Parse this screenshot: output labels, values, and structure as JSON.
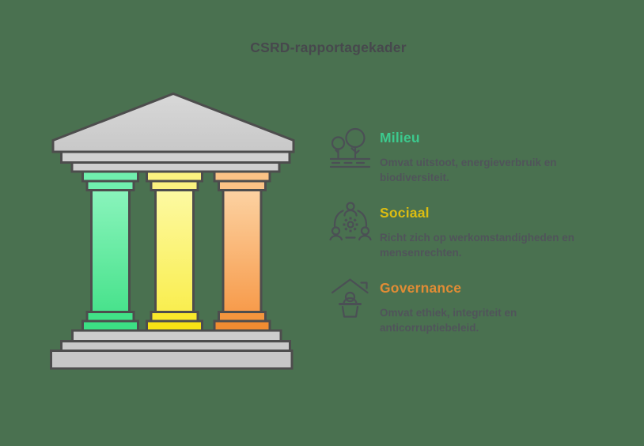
{
  "page": {
    "background_color": "#4a7150",
    "title": "CSRD-rapportagekader",
    "title_color": "#47484d"
  },
  "temple": {
    "name": "greek-temple-with-three-pillars",
    "stone_color": "#d0d0d0",
    "outline_color": "#4d4d4d",
    "pillar_colors": {
      "left_green_top": "#8af4bc",
      "left_green_bottom": "#3ce084",
      "middle_yellow_top": "#fdf9a2",
      "middle_yellow_bottom": "#f8e215",
      "right_orange_top": "#fcd2a2",
      "right_orange_bottom": "#f18c31"
    }
  },
  "icon_color": "#4b4f55",
  "sections": [
    {
      "icon": "trees-icon",
      "heading": "Milieu",
      "heading_color": "#3cca8e",
      "description": "Omvat uitstoot, energieverbruik en biodiversiteit."
    },
    {
      "icon": "team-gear-icon",
      "heading": "Sociaal",
      "heading_color": "#dcbd11",
      "description": "Richt zich op werkomstandigheden en mensenrechten."
    },
    {
      "icon": "lectern-speaker-icon",
      "heading": "Governance",
      "heading_color": "#e28c35",
      "description": "Omvat ethiek, integriteit en anticorruptiebeleid."
    }
  ]
}
